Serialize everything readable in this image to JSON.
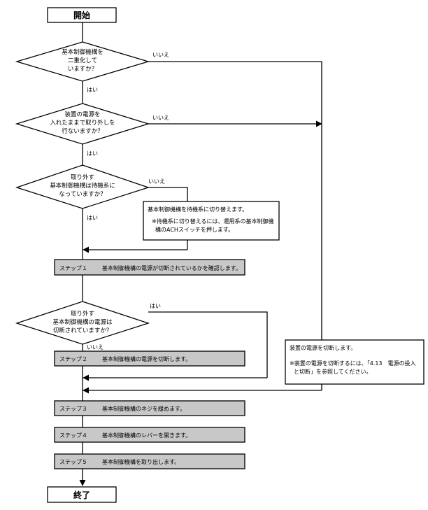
{
  "start_label": "開始",
  "end_label": "終了",
  "decisions": [
    {
      "lines": [
        "基本制御機構を",
        "二重化して",
        "いますか？"
      ],
      "no": "いいえ",
      "yes": "はい"
    },
    {
      "lines": [
        "装置の電源を",
        "入れたままで取り外しを",
        "行ないますか？"
      ],
      "no": "いいえ",
      "yes": "はい"
    },
    {
      "lines": [
        "取り外す",
        "基本制御機構は待機系に",
        "なっていますか？"
      ],
      "no": "いいえ",
      "yes": "はい"
    },
    {
      "lines": [
        "取り外す",
        "基本制御機構の電源は",
        "切断されていますか？"
      ],
      "yes": "はい",
      "no": "いいえ"
    }
  ],
  "notes": [
    {
      "title": "基本制御機構を待機系に切り替えます。",
      "body": [
        "※待機系に切り替えるには、運用系の基本制御機",
        "構のACHスイッチを押します。"
      ]
    },
    {
      "title": "装置の電源を切断します。",
      "body": [
        "※装置の電源を切断するには、「4.13　電源の投入",
        "と切断」を参照してください。"
      ]
    }
  ],
  "steps": [
    {
      "label": "ステップ１",
      "text": "基本制御機構の電源が切断されているかを確認します。"
    },
    {
      "label": "ステップ２",
      "text": "基本制御機構の電源を切断します。"
    },
    {
      "label": "ステップ３",
      "text": "基本制御機構のネジを緩めます。"
    },
    {
      "label": "ステップ４",
      "text": "基本制御機構のレバーを開きます。"
    },
    {
      "label": "ステップ５",
      "text": "基本制御機構を取り出します。"
    }
  ]
}
